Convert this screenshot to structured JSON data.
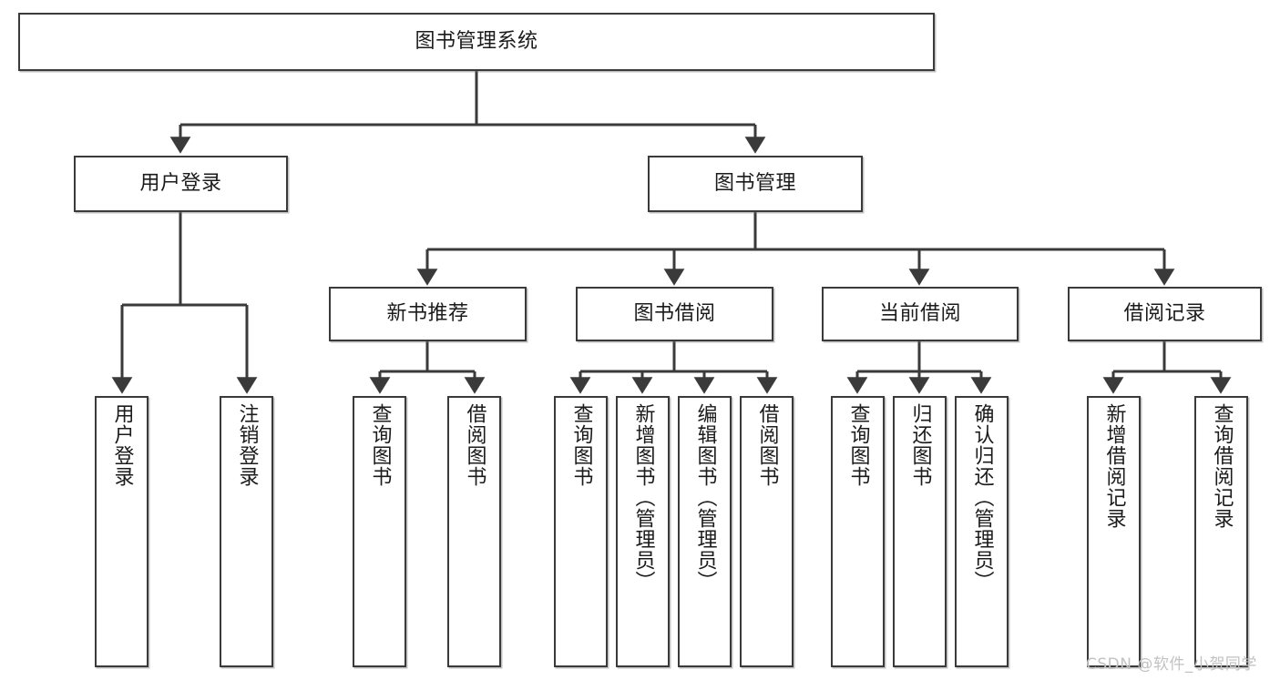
{
  "diagram": {
    "type": "hierarchy-tree",
    "title": "图书管理系统",
    "root": {
      "id": "root",
      "label": "图书管理系统"
    },
    "level2": [
      {
        "id": "user-login",
        "label": "用户登录"
      },
      {
        "id": "book-management",
        "label": "图书管理"
      }
    ],
    "level3": [
      {
        "id": "new-book-recommend",
        "label": "新书推荐",
        "parent": "book-management"
      },
      {
        "id": "book-borrow",
        "label": "图书借阅",
        "parent": "book-management"
      },
      {
        "id": "current-borrow",
        "label": "当前借阅",
        "parent": "book-management"
      },
      {
        "id": "borrow-record",
        "label": "借阅记录",
        "parent": "book-management"
      }
    ],
    "leaves": {
      "user_login": [
        {
          "id": "leaf-user-login",
          "label": "用户登录"
        },
        {
          "id": "leaf-logout",
          "label": "注销登录"
        }
      ],
      "new_book_recommend": [
        {
          "id": "leaf-query-book-1",
          "label": "查询图书"
        },
        {
          "id": "leaf-borrow-book-1",
          "label": "借阅图书"
        }
      ],
      "book_borrow": [
        {
          "id": "leaf-query-book-2",
          "label": "查询图书"
        },
        {
          "id": "leaf-add-book",
          "label": "新增图书（管理员）"
        },
        {
          "id": "leaf-edit-book",
          "label": "编辑图书（管理员）"
        },
        {
          "id": "leaf-borrow-book-2",
          "label": "借阅图书"
        }
      ],
      "current_borrow": [
        {
          "id": "leaf-query-book-3",
          "label": "查询图书"
        },
        {
          "id": "leaf-return-book",
          "label": "归还图书"
        },
        {
          "id": "leaf-confirm-return",
          "label": "确认归还（管理员）"
        }
      ],
      "borrow_record": [
        {
          "id": "leaf-add-record",
          "label": "新增借阅记录"
        },
        {
          "id": "leaf-query-record",
          "label": "查询借阅记录"
        }
      ]
    },
    "colors": {
      "border": "#3a3a3a",
      "text": "#1b1b1b",
      "background": "#ffffff",
      "watermark": "#c2c2c2"
    }
  },
  "watermark": {
    "text": "CSDN @软件_小贺同学"
  }
}
